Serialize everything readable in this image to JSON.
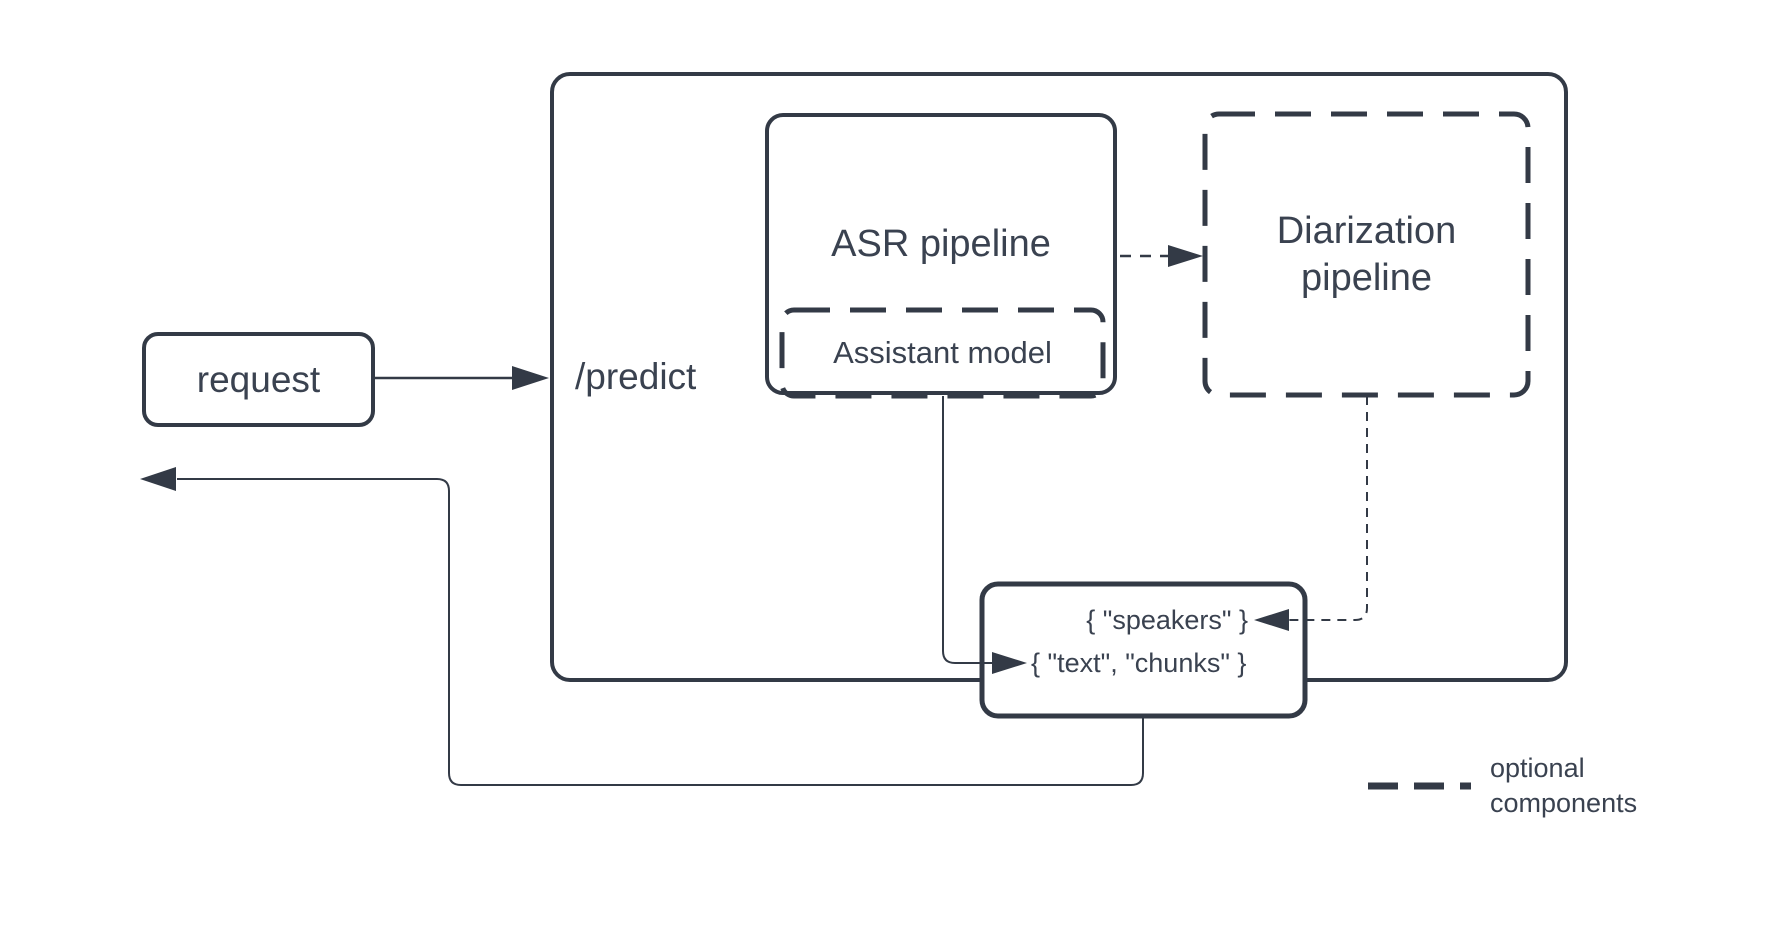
{
  "diagram": {
    "nodes": {
      "request": {
        "label": "request"
      },
      "predict": {
        "label": "/predict"
      },
      "asr": {
        "label": "ASR pipeline"
      },
      "assistant": {
        "label": "Assistant model",
        "optional": true
      },
      "diarization": {
        "label": "Diarization pipeline",
        "optional": true
      },
      "output": {
        "speakers_label": "{ \"speakers\" }",
        "text_chunks_label": "{ \"text\", \"chunks\" }"
      }
    },
    "edges": [
      {
        "from": "request",
        "to": "predict",
        "style": "solid"
      },
      {
        "from": "asr",
        "to": "diarization",
        "style": "dashed"
      },
      {
        "from": "assistant",
        "to": "output.text_chunks",
        "style": "solid"
      },
      {
        "from": "diarization",
        "to": "output.speakers",
        "style": "dashed"
      },
      {
        "from": "output",
        "to": "request",
        "style": "solid"
      }
    ],
    "legend": {
      "label": "optional components"
    }
  },
  "colors": {
    "stroke": "#333a46",
    "text": "#3a4250",
    "background": "#ffffff"
  }
}
